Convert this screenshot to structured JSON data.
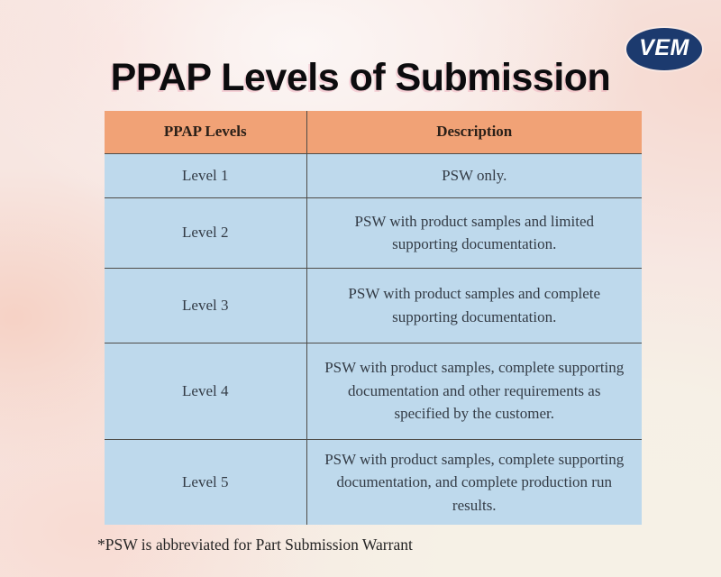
{
  "title": "PPAP Levels of Submission",
  "logo": {
    "text": "VEM"
  },
  "table": {
    "headers": [
      "PPAP Levels",
      "Description"
    ],
    "rows": [
      {
        "level": "Level 1",
        "description": "PSW only."
      },
      {
        "level": "Level 2",
        "description": "PSW with product samples and limited supporting documentation."
      },
      {
        "level": "Level 3",
        "description": "PSW with product samples and complete supporting documentation."
      },
      {
        "level": "Level 4",
        "description": "PSW with product samples, complete supporting documentation and other requirements as specified by the customer."
      },
      {
        "level": "Level 5",
        "description": "PSW with product samples, complete supporting documentation, and complete production run results."
      }
    ]
  },
  "footnote": "*PSW is abbreviated for Part Submission Warrant",
  "colors": {
    "header_bg": "#f1a276",
    "row_bg": "#bed9ec",
    "grid_line": "#4f4c48",
    "logo_bg": "#1c3a6e",
    "logo_text": "#ffffff",
    "background_pink": "#f7e6e1",
    "background_cream": "#f6f1e6",
    "title_color": "#0c0c0e"
  }
}
